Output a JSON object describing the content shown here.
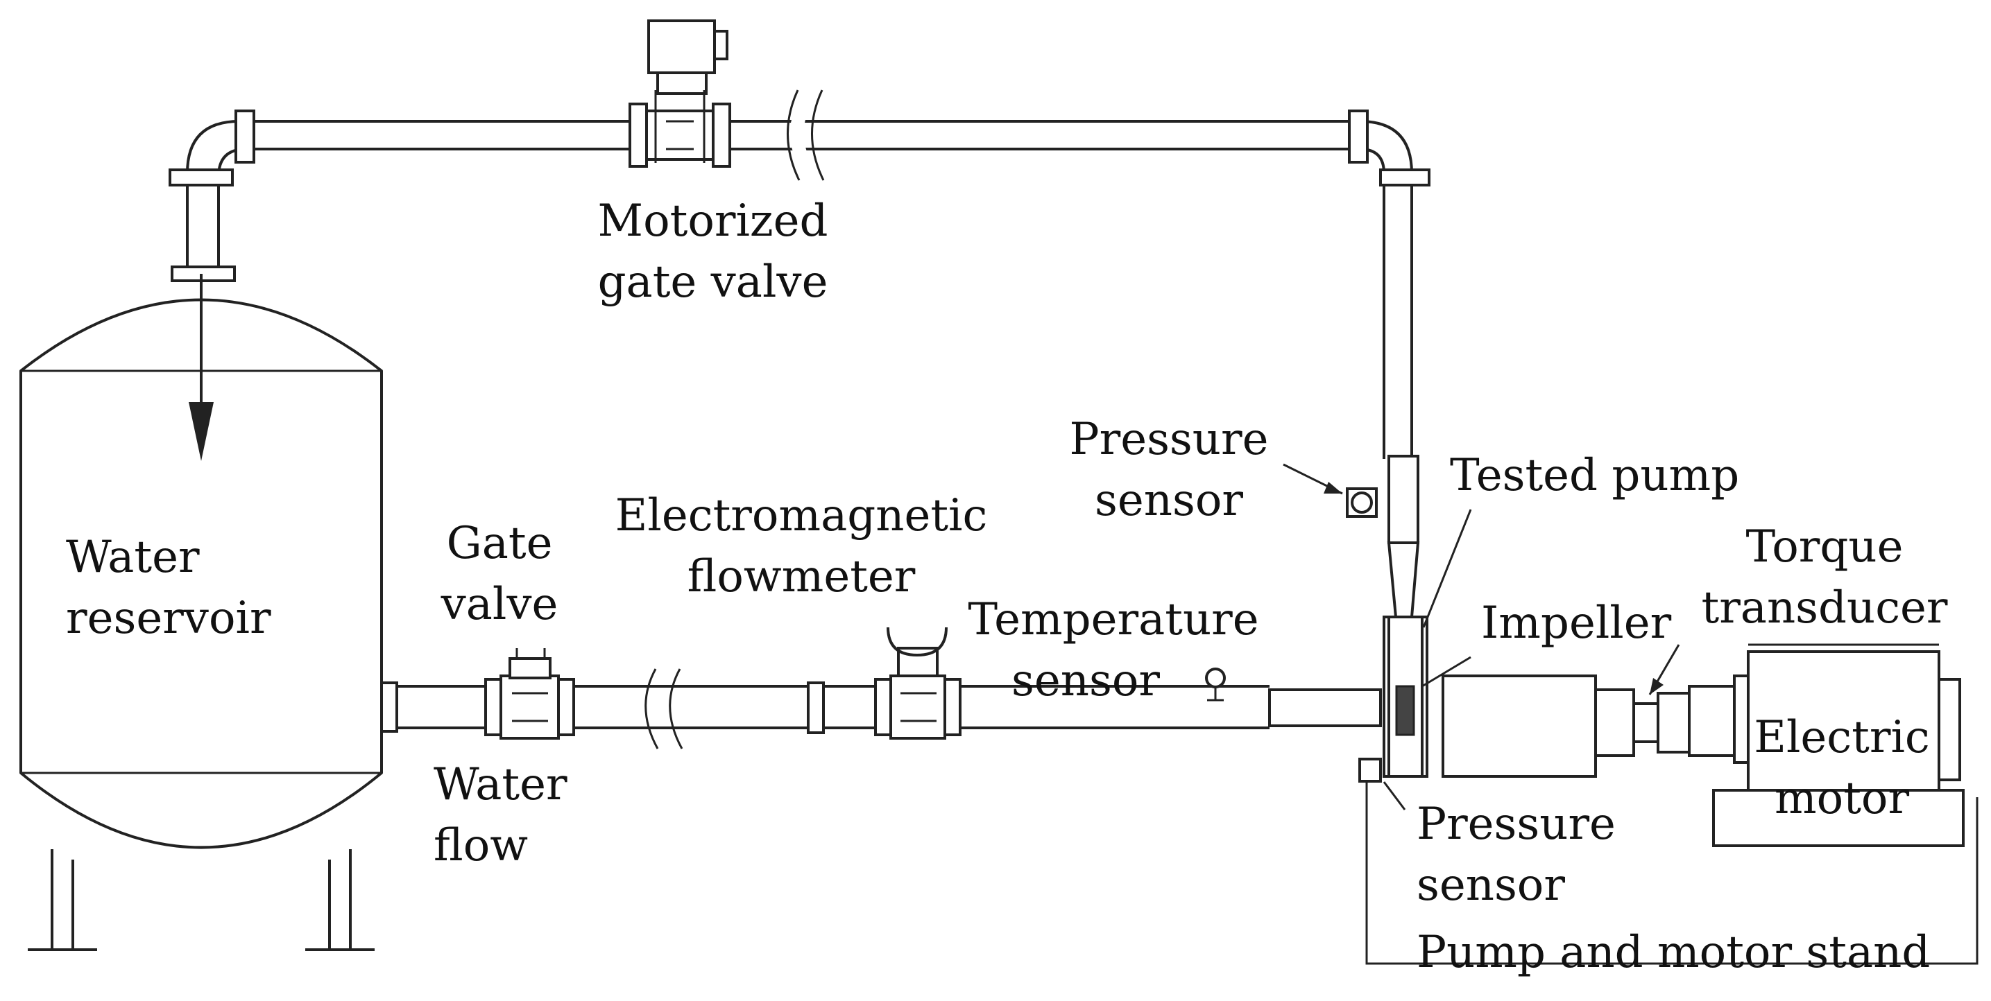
{
  "labels": {
    "motorized_gate_valve": [
      "Motorized",
      "gate valve"
    ],
    "water_reservoir": [
      "Water",
      "reservoir"
    ],
    "gate_valve": [
      "Gate",
      "valve"
    ],
    "electromagnetic_flowmeter": [
      "Electromagnetic",
      "flowmeter"
    ],
    "temperature_sensor": [
      "Temperature",
      "sensor"
    ],
    "pressure_sensor_top": [
      "Pressure",
      "sensor"
    ],
    "tested_pump": "Tested pump",
    "impeller": "Impeller",
    "torque_transducer": [
      "Torque",
      "transducer"
    ],
    "electric_motor": [
      "Electric",
      "motor"
    ],
    "water_flow": [
      "Water",
      "flow"
    ],
    "pressure_sensor_bottom": [
      "Pressure",
      "sensor"
    ],
    "pump_and_motor_stand": "Pump and motor stand"
  }
}
